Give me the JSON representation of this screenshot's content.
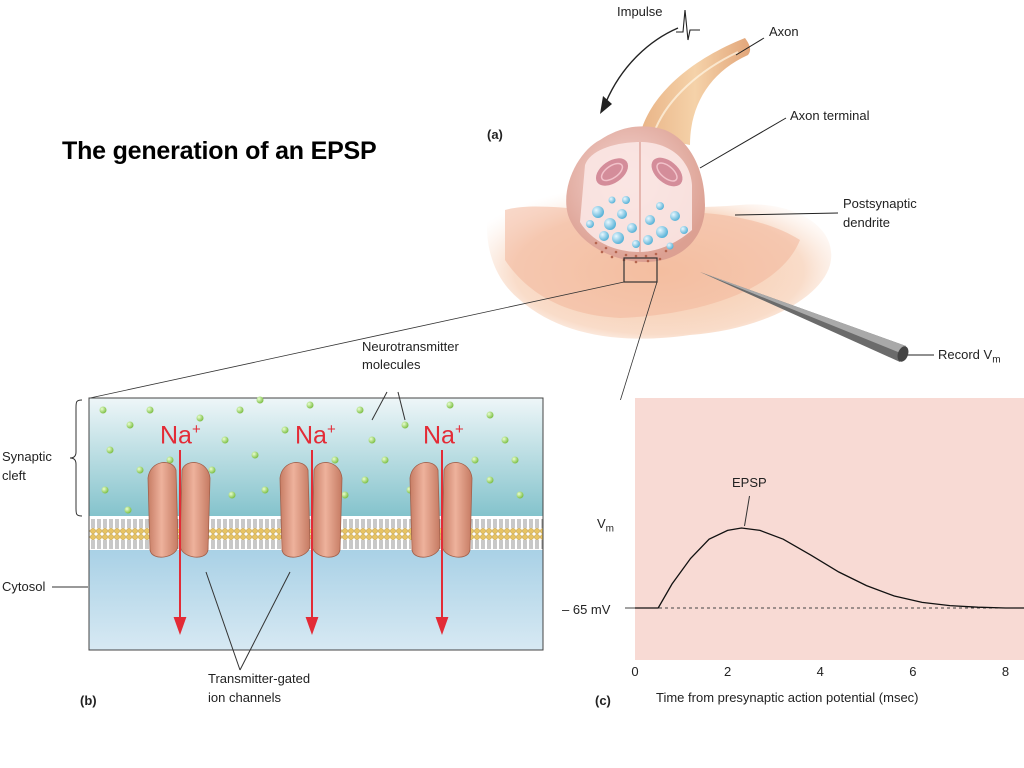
{
  "slide": {
    "title": "The generation of an EPSP"
  },
  "panel_a": {
    "label": "(a)",
    "impulse": "Impulse",
    "axon": "Axon",
    "axon_terminal": "Axon terminal",
    "postsynaptic_line1": "Postsynaptic",
    "postsynaptic_line2": "dendrite",
    "record": "Record V",
    "record_sub": "m"
  },
  "panel_b": {
    "label": "(b)",
    "neurotransmitter_line1": "Neurotransmitter",
    "neurotransmitter_line2": "molecules",
    "synaptic_line1": "Synaptic",
    "synaptic_line2": "cleft",
    "cytosol": "Cytosol",
    "channels_line1": "Transmitter-gated",
    "channels_line2": "ion channels",
    "ion_label": "Na",
    "ion_charge": "+",
    "colors": {
      "ion": "#e32b36",
      "channel": "#d9927a",
      "cleft_top": "#e9f4f6",
      "cleft_bottom": "#87c6cf",
      "cytosol": "#b7d8ea"
    }
  },
  "panel_c": {
    "label": "(c)",
    "background": "#f8dad4"
  },
  "chart_data": {
    "type": "line",
    "title": "",
    "xlabel": "Time from presynaptic action potential (msec)",
    "ylabel": "V",
    "ylabel_sub": "m",
    "baseline_label": "– 65 mV",
    "annotation": "EPSP",
    "xlim": [
      0,
      8.4
    ],
    "ylim": [
      0,
      1
    ],
    "xticks": [
      0,
      2,
      4,
      6,
      8
    ],
    "grid": false,
    "series": [
      {
        "x": [
          0,
          0.5,
          0.8,
          1.2,
          1.6,
          2.0,
          2.3,
          2.7,
          3.2,
          3.8,
          4.4,
          5.0,
          5.6,
          6.2,
          6.8,
          7.4,
          8.0,
          8.4
        ],
        "y": [
          0,
          0,
          0.3,
          0.62,
          0.86,
          0.97,
          1.0,
          0.97,
          0.86,
          0.66,
          0.45,
          0.28,
          0.15,
          0.07,
          0.03,
          0.01,
          0.0,
          0.0
        ]
      }
    ]
  }
}
